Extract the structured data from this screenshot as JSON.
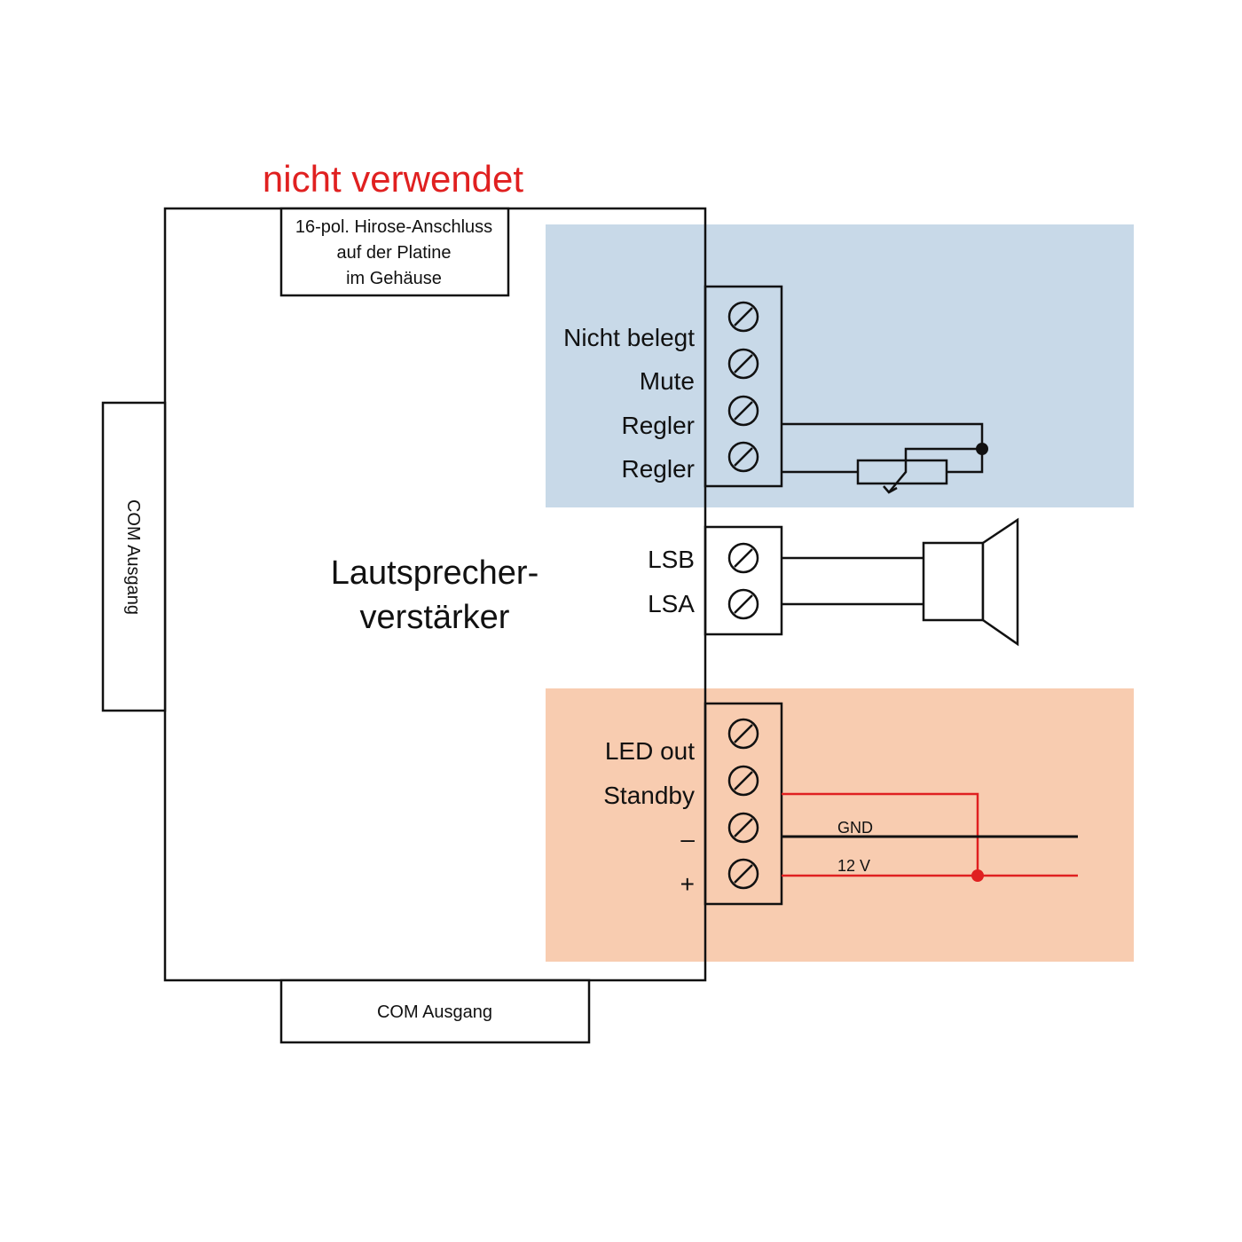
{
  "header": {
    "title": "nicht verwendet",
    "title_color": "#e02020"
  },
  "amplifier": {
    "line1": "Lautsprecher-",
    "line2": "verstärker"
  },
  "hirose": {
    "line1": "16-pol. Hirose-Anschluss",
    "line2": "auf der Platine",
    "line3": "im Gehäuse"
  },
  "com_left": {
    "label": "COM Ausgang"
  },
  "com_bottom": {
    "label": "COM Ausgang"
  },
  "terminal_top": {
    "labels": [
      "Nicht belegt",
      "Mute",
      "Regler",
      "Regler"
    ]
  },
  "terminal_mid": {
    "labels": [
      "LSB",
      "LSA"
    ]
  },
  "terminal_bottom": {
    "labels": [
      "LED out",
      "Standby",
      "–",
      "+"
    ]
  },
  "wires": {
    "gnd": "GND",
    "v12": "12 V"
  },
  "colors": {
    "blue_zone": "#c8d9e8",
    "orange_zone": "#f8ccb0",
    "red_wire": "#e02020",
    "black": "#111111"
  }
}
